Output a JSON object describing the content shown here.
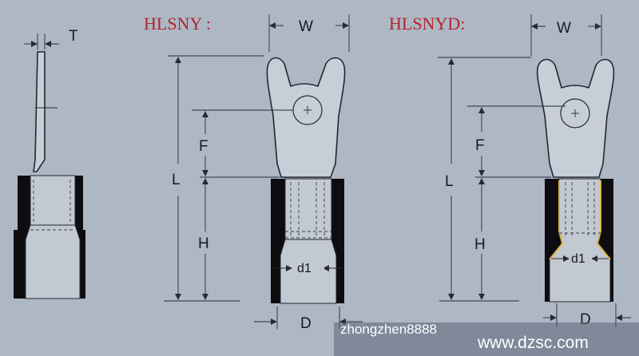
{
  "titles": {
    "left": "HLSNY :",
    "right": "HLSNYD:"
  },
  "dimensions": {
    "T": "T",
    "W": "W",
    "L": "L",
    "F": "F",
    "H": "H",
    "d1": "d1",
    "D": "D"
  },
  "watermark": {
    "left": "zhongzhen8888",
    "right": "www.dzsc.com"
  },
  "colors": {
    "background": "#aeb7c4",
    "title": "#b0252e",
    "sleeve": "#0d0d11",
    "accent_yellow": "#d8b23a"
  }
}
